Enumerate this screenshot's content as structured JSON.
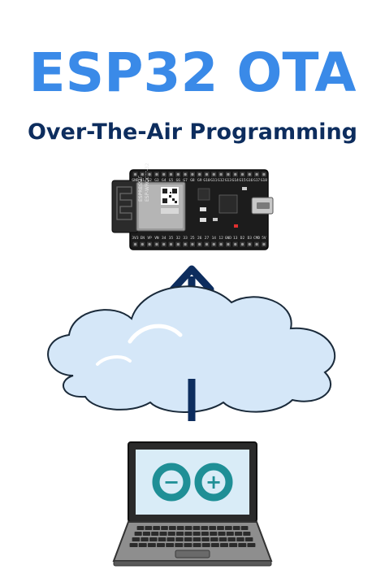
{
  "header": {
    "title": "ESP32 OTA",
    "subtitle": "Over-The-Air Programming"
  },
  "board": {
    "top_pin_labels": [
      "GND",
      "G1",
      "G2",
      "G3",
      "G4",
      "G5",
      "G6",
      "G7",
      "G8",
      "G9",
      "G10",
      "G11",
      "G12",
      "G13",
      "G14",
      "G15",
      "G16",
      "G17",
      "G18"
    ],
    "bottom_pin_labels": [
      "3V3",
      "EN",
      "VP",
      "VN",
      "34",
      "35",
      "32",
      "33",
      "25",
      "26",
      "27",
      "14",
      "12",
      "GND",
      "13",
      "D2",
      "D3",
      "CMD",
      "5V"
    ],
    "module_brand": "ESPRESSIF",
    "module_model": "ESP-WROOM-32"
  },
  "laptop": {
    "logo_minus": "−",
    "logo_plus": "+"
  },
  "colors": {
    "title": "#3a8ae8",
    "subtitle": "#0d2d5e",
    "arrow": "#0d2d5e",
    "cloud_fill": "#d5e7f8",
    "cloud_stroke": "#1a2a3a",
    "arduino_teal": "#1f8f96",
    "board_pcb": "#1c1c1c"
  }
}
